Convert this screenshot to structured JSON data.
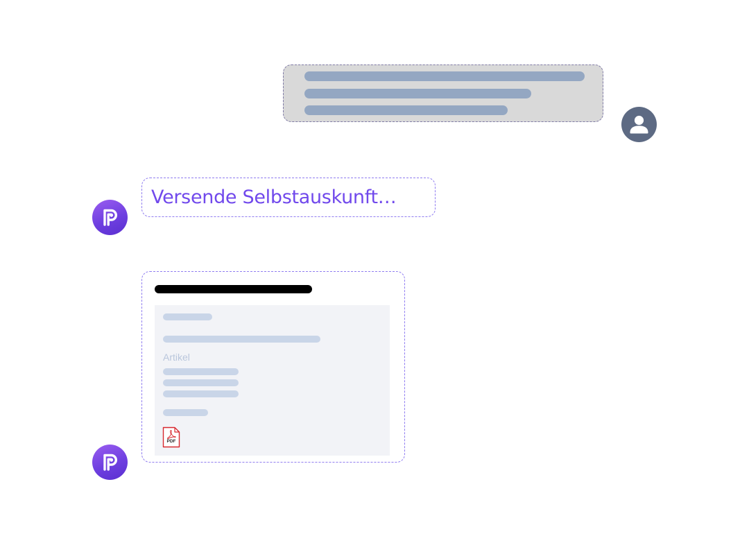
{
  "colors": {
    "accent": "#7149ec",
    "bubble_border": "#8f7cf0",
    "user_bubble_bg": "#d9d9d9",
    "user_avatar_bg": "#5d6a83",
    "placeholder_line": "#94a7c2",
    "doc_line": "#c9d5e8",
    "pdf_red": "#d7282f"
  },
  "conversation": {
    "user_message": {
      "avatar_icon": "user-icon",
      "placeholder_lines": 3
    },
    "bot_status": {
      "avatar_icon": "bot-logo-icon",
      "text": "Versende Selbstauskunft…"
    },
    "bot_document": {
      "avatar_icon": "bot-logo-icon",
      "section_label": "Artikel",
      "attachment_icon": "pdf-file-icon",
      "attachment_label": "PDF"
    }
  }
}
